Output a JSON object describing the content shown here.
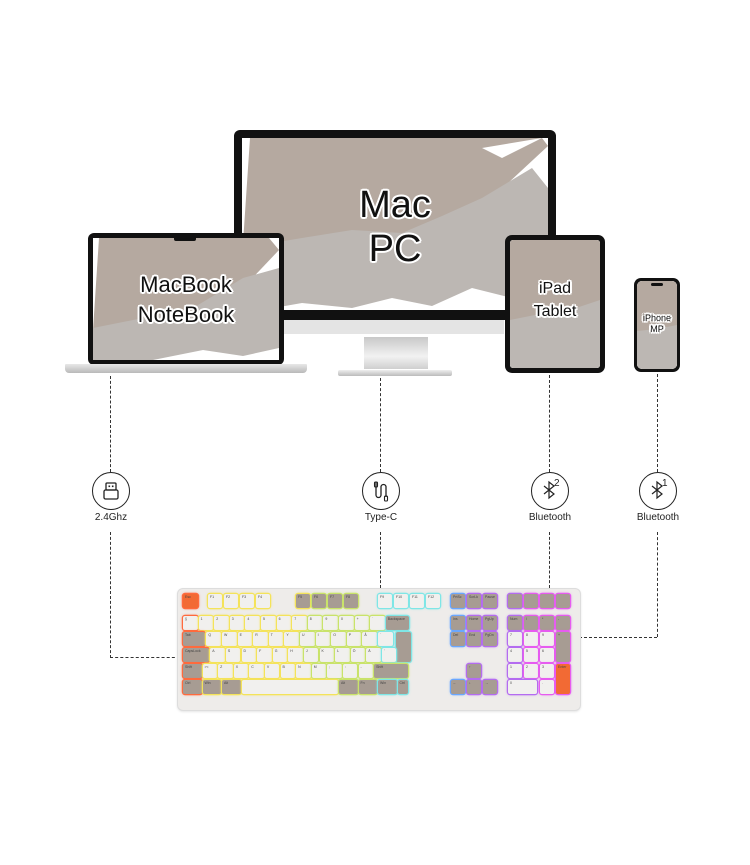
{
  "devices": {
    "monitor": {
      "line1": "Mac",
      "line2": "PC"
    },
    "laptop": {
      "line1": "MacBook",
      "line2": "NoteBook"
    },
    "tablet": {
      "line1": "iPad",
      "line2": "Tablet"
    },
    "phone": {
      "line1": "iPhone",
      "line2": "MP"
    }
  },
  "connections": [
    {
      "icon": "usb-dongle-icon",
      "label": "2.4Ghz",
      "channel": ""
    },
    {
      "icon": "usb-c-cable-icon",
      "label": "Type-C",
      "channel": ""
    },
    {
      "icon": "bluetooth-icon",
      "label": "Bluetooth",
      "channel": "2"
    },
    {
      "icon": "bluetooth-icon",
      "label": "Bluetooth",
      "channel": "1"
    }
  ],
  "keyboard": {
    "name": "full-size RGB keyboard",
    "keys": {
      "esc": "Esc",
      "f1": "F1",
      "f2": "F2",
      "f3": "F3",
      "f4": "F4",
      "f5": "F5",
      "f6": "F6",
      "f7": "F7",
      "f8": "F8",
      "f9": "F9",
      "f10": "F10",
      "f11": "F11",
      "f12": "F12",
      "tab": "Tab",
      "caps": "CapsLock",
      "shift": "Shift",
      "ctrl": "Ctrl",
      "win": "Win",
      "alt": "Alt",
      "fn": "Fn",
      "backspace": "Backspace",
      "enter": "Enter",
      "rshift": "Shift",
      "prtsc": "PrtSc",
      "scroll": "ScrLk",
      "pause": "Pause",
      "ins": "Ins",
      "home": "Home",
      "pgup": "PgUp",
      "del": "Del",
      "end": "End",
      "pgdn": "PgDn",
      "row_q": [
        "Q",
        "W",
        "E",
        "R",
        "T",
        "Y",
        "U",
        "I",
        "O",
        "P",
        "Å"
      ],
      "row_a": [
        "A",
        "S",
        "D",
        "F",
        "G",
        "H",
        "J",
        "K",
        "L",
        "Ö",
        "Ä"
      ],
      "row_z": [
        "><",
        "Z",
        "X",
        "C",
        "V",
        "B",
        "N",
        "M",
        ";",
        ":"
      ],
      "num": [
        "Num",
        "/",
        "*",
        "-",
        "7",
        "8",
        "9",
        "+",
        "4",
        "5",
        "6",
        "1",
        "2",
        "3",
        "Enter",
        "0",
        "."
      ]
    }
  },
  "colors": {
    "screen_tan": "#b5a9a0",
    "screen_grey": "#bdb8b4",
    "bezel": "#111111",
    "key_grey": "#a79c93",
    "key_white": "#f1f0ee",
    "accent_orange": "#f26a34"
  }
}
